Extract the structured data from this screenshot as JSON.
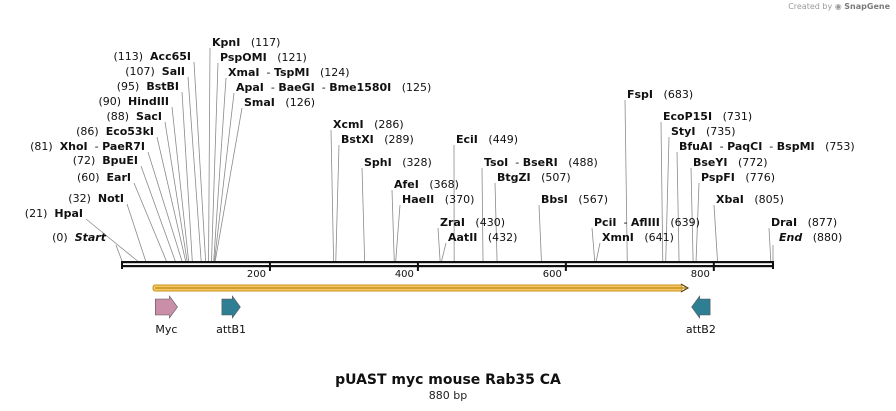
{
  "watermark": {
    "prefix": "Created by",
    "brand": "SnapGene"
  },
  "map": {
    "title": "pUAST myc  mouse Rab35 CA",
    "length_label": "880 bp",
    "length": 880
  },
  "colors": {
    "backbone": "#111111",
    "orf_fill": "#f3c762",
    "orf_outline": "#c8921e",
    "myc": "#c98ea8",
    "att": "#2e7f94",
    "leader": "#8a8a8a",
    "text": "#111111"
  },
  "ends": [
    {
      "name": "Start",
      "pos": "(0)",
      "bp": 0
    },
    {
      "name": "End",
      "pos": "(880)",
      "bp": 880
    }
  ],
  "sites": [
    {
      "names": [
        "HpaI"
      ],
      "pos": "(21)",
      "bp": 21
    },
    {
      "names": [
        "NotI"
      ],
      "pos": "(32)",
      "bp": 32
    },
    {
      "names": [
        "EarI"
      ],
      "pos": "(60)",
      "bp": 60
    },
    {
      "names": [
        "BpuEI"
      ],
      "pos": "(72)",
      "bp": 72
    },
    {
      "names": [
        "XhoI",
        "PaeR7I"
      ],
      "pos": "(81)",
      "bp": 81
    },
    {
      "names": [
        "Eco53kI"
      ],
      "pos": "(86)",
      "bp": 86
    },
    {
      "names": [
        "SacI"
      ],
      "pos": "(88)",
      "bp": 88
    },
    {
      "names": [
        "HindIII"
      ],
      "pos": "(90)",
      "bp": 90
    },
    {
      "names": [
        "BstBI"
      ],
      "pos": "(95)",
      "bp": 95
    },
    {
      "names": [
        "SalI"
      ],
      "pos": "(107)",
      "bp": 107
    },
    {
      "names": [
        "Acc65I"
      ],
      "pos": "(113)",
      "bp": 113
    },
    {
      "names": [
        "KpnI"
      ],
      "pos": "(117)",
      "bp": 117
    },
    {
      "names": [
        "PspOMI"
      ],
      "pos": "(121)",
      "bp": 121
    },
    {
      "names": [
        "XmaI",
        "TspMI"
      ],
      "pos": "(124)",
      "bp": 124
    },
    {
      "names": [
        "ApaI",
        "BaeGI",
        "Bme1580I"
      ],
      "pos": "(125)",
      "bp": 125
    },
    {
      "names": [
        "SmaI"
      ],
      "pos": "(126)",
      "bp": 126
    },
    {
      "names": [
        "XcmI"
      ],
      "pos": "(286)",
      "bp": 286
    },
    {
      "names": [
        "BstXI"
      ],
      "pos": "(289)",
      "bp": 289
    },
    {
      "names": [
        "SphI"
      ],
      "pos": "(328)",
      "bp": 328
    },
    {
      "names": [
        "AfeI"
      ],
      "pos": "(368)",
      "bp": 368
    },
    {
      "names": [
        "HaeII"
      ],
      "pos": "(370)",
      "bp": 370
    },
    {
      "names": [
        "ZraI"
      ],
      "pos": "(430)",
      "bp": 430
    },
    {
      "names": [
        "AatII"
      ],
      "pos": "(432)",
      "bp": 432
    },
    {
      "names": [
        "EciI"
      ],
      "pos": "(449)",
      "bp": 449
    },
    {
      "names": [
        "TsoI",
        "BseRI"
      ],
      "pos": "(488)",
      "bp": 488
    },
    {
      "names": [
        "BtgZI"
      ],
      "pos": "(507)",
      "bp": 507
    },
    {
      "names": [
        "BbsI"
      ],
      "pos": "(567)",
      "bp": 567
    },
    {
      "names": [
        "PciI",
        "AflIII"
      ],
      "pos": "(639)",
      "bp": 639
    },
    {
      "names": [
        "XmnI"
      ],
      "pos": "(641)",
      "bp": 641
    },
    {
      "names": [
        "FspI"
      ],
      "pos": "(683)",
      "bp": 683
    },
    {
      "names": [
        "EcoP15I"
      ],
      "pos": "(731)",
      "bp": 731
    },
    {
      "names": [
        "StyI"
      ],
      "pos": "(735)",
      "bp": 735
    },
    {
      "names": [
        "BfuAI",
        "PaqCI",
        "BspMI"
      ],
      "pos": "(753)",
      "bp": 753
    },
    {
      "names": [
        "BseYI"
      ],
      "pos": "(772)",
      "bp": 772
    },
    {
      "names": [
        "PspFI"
      ],
      "pos": "(776)",
      "bp": 776
    },
    {
      "names": [
        "XbaI"
      ],
      "pos": "(805)",
      "bp": 805
    },
    {
      "names": [
        "DraI"
      ],
      "pos": "(877)",
      "bp": 877
    }
  ],
  "ticks": [
    {
      "label": "200",
      "bp": 200
    },
    {
      "label": "400",
      "bp": 400
    },
    {
      "label": "600",
      "bp": 600
    },
    {
      "label": "800",
      "bp": 800
    }
  ],
  "features": [
    {
      "name": "Myc",
      "start": 45,
      "end": 75,
      "direction": "forward",
      "color": "#c98ea8"
    },
    {
      "name": "attB1",
      "start": 135,
      "end": 160,
      "direction": "forward",
      "color": "#2e7f94"
    },
    {
      "name": "attB2",
      "start": 770,
      "end": 795,
      "direction": "reverse",
      "color": "#2e7f94"
    }
  ],
  "orf": {
    "start": 42,
    "end": 765,
    "direction": "forward"
  }
}
